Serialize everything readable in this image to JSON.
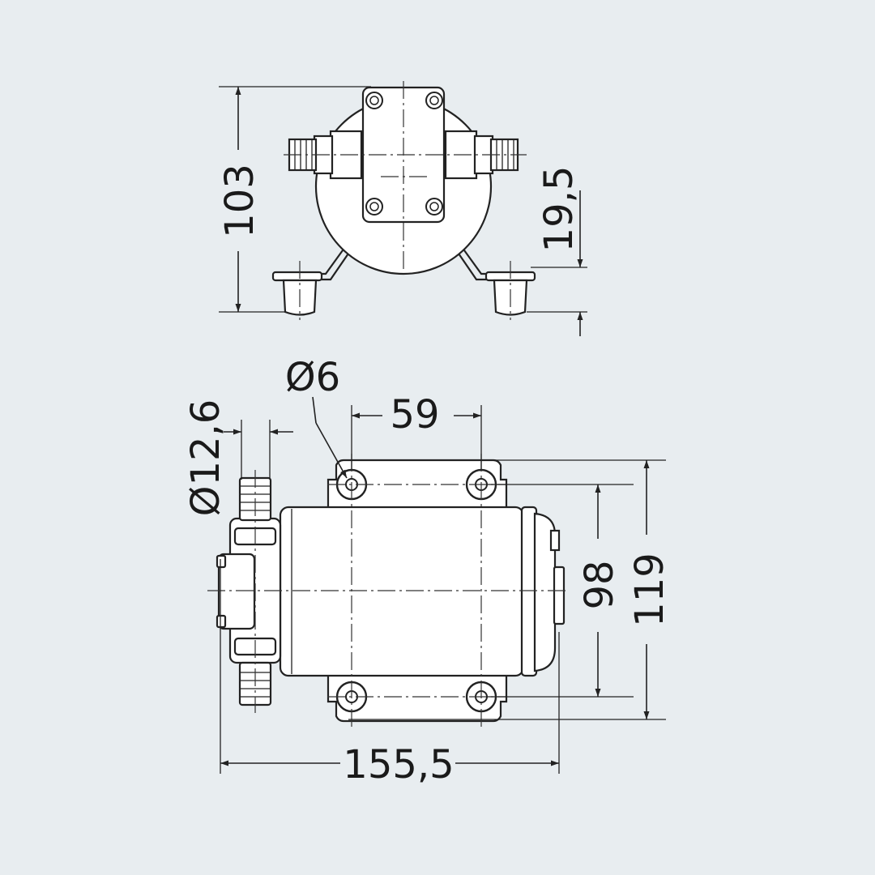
{
  "dimensions": {
    "front_height": "103",
    "front_base_offset": "19,5",
    "port_diameter": "Ø12,6",
    "hole_diameter": "Ø6",
    "hole_spacing_x": "59",
    "hole_spacing_y": "98",
    "base_width": "119",
    "overall_length": "155,5"
  },
  "colors": {
    "background": "#e8edf0",
    "line": "#222222"
  }
}
